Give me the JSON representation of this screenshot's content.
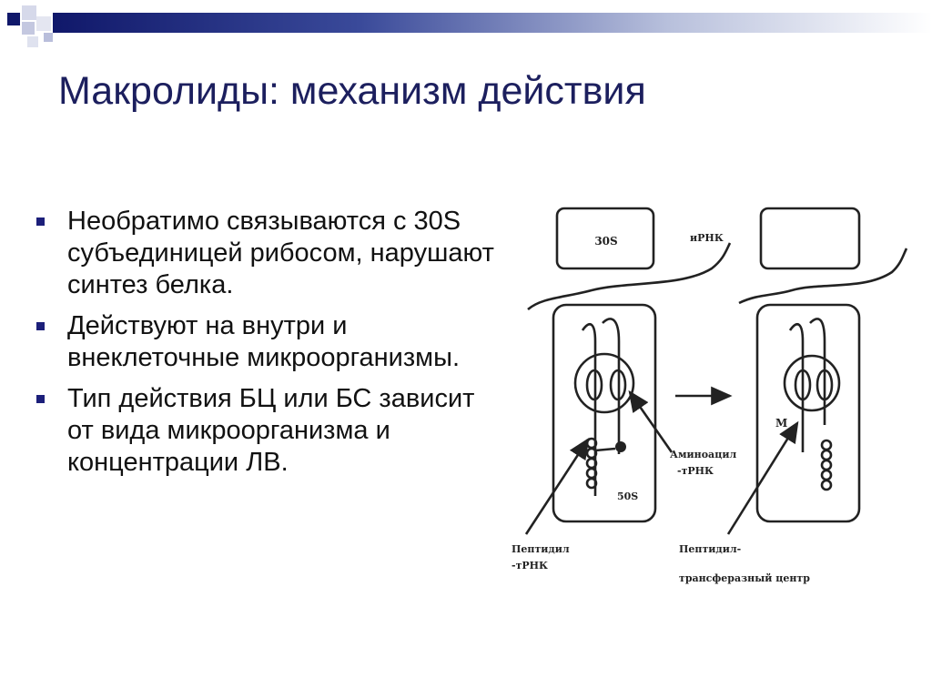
{
  "slide": {
    "title": "Макролиды: механизм действия",
    "bullets": [
      "Необратимо связываются с 30S субъединицей рибосом, нарушают синтез белка.",
      "Действуют на внутри и внеклеточные микроорганизмы.",
      "Тип действия БЦ или БС зависит от вида микроорганизма и концентрации ЛВ."
    ]
  },
  "diagram": {
    "label_30s": "30S",
    "label_mrna": "иРНК",
    "label_aminoacyl_1": "Аминоацил",
    "label_aminoacyl_2": "-тРНК",
    "label_50s": "50S",
    "label_peptidyl_1": "Пептидил",
    "label_peptidyl_2": "-тРНК",
    "label_m": "M",
    "label_ptc_1": "Пептидил-",
    "label_ptc_2": "трансферазный центр"
  },
  "colors": {
    "title": "#1c1f5e",
    "bullet_mark": "#1c1f7a",
    "topbar_dark": "#10186a"
  }
}
